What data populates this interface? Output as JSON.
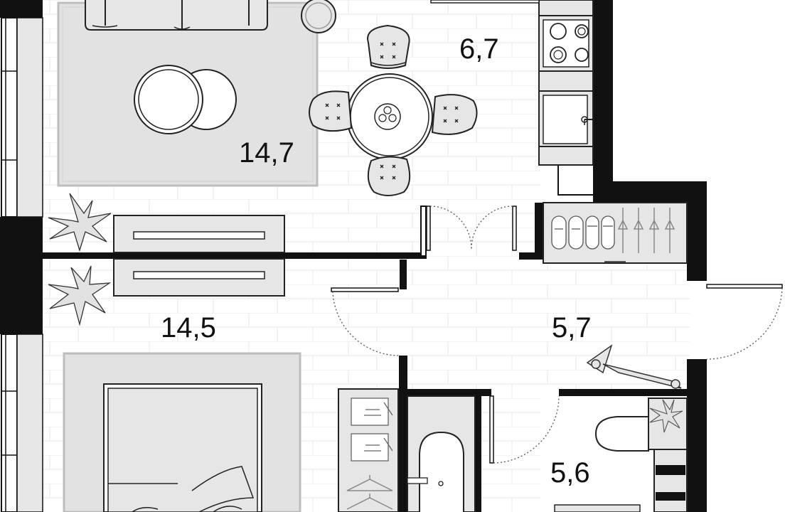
{
  "rooms": {
    "living_room": {
      "area": "14,7"
    },
    "kitchen": {
      "area": "6,7"
    },
    "bedroom": {
      "area": "14,5"
    },
    "hallway": {
      "area": "5,7"
    },
    "bathroom": {
      "area": "5,6"
    }
  },
  "colors": {
    "wall": "#111111",
    "furniture_fill": "#e6e6e6",
    "rug_fill": "#e2e2e2",
    "floor_lines": "#eeeeee",
    "line": "#222222",
    "door_arc": "#555555"
  },
  "icons": [
    "plant-icon",
    "slippers-icon",
    "hangers-icon",
    "shirt-icon",
    "scooter-icon",
    "cooktop-icon",
    "sink-icon",
    "toilet-icon",
    "bathtub-icon"
  ]
}
